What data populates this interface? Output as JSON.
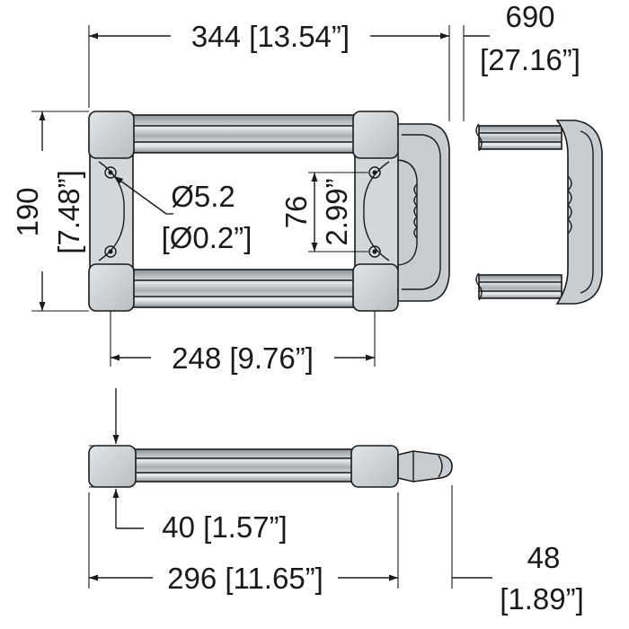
{
  "drawing": {
    "dimensions": {
      "overall_width": "344 [13.54”]",
      "depth_mm": "690",
      "depth_in": "[27.16”]",
      "height_mm": "190",
      "height_in": "[7.48”]",
      "hole_mm": "Ø5.2",
      "hole_in": "[Ø0.2”]",
      "hole_spacing_mm": "76",
      "hole_spacing_in": "2.99”",
      "inner_width": "248 [9.76”]",
      "thickness": "40 [1.57”]",
      "side_length": "296 [11.65”]",
      "handle_offset_mm": "48",
      "handle_offset_in": "[1.89”]"
    },
    "colors": {
      "line": "#1a1a1a",
      "part_fill": "#cfd3d6",
      "rail_fill": "#9aa0a5",
      "rail_highlight": "#e6e8ea"
    }
  }
}
